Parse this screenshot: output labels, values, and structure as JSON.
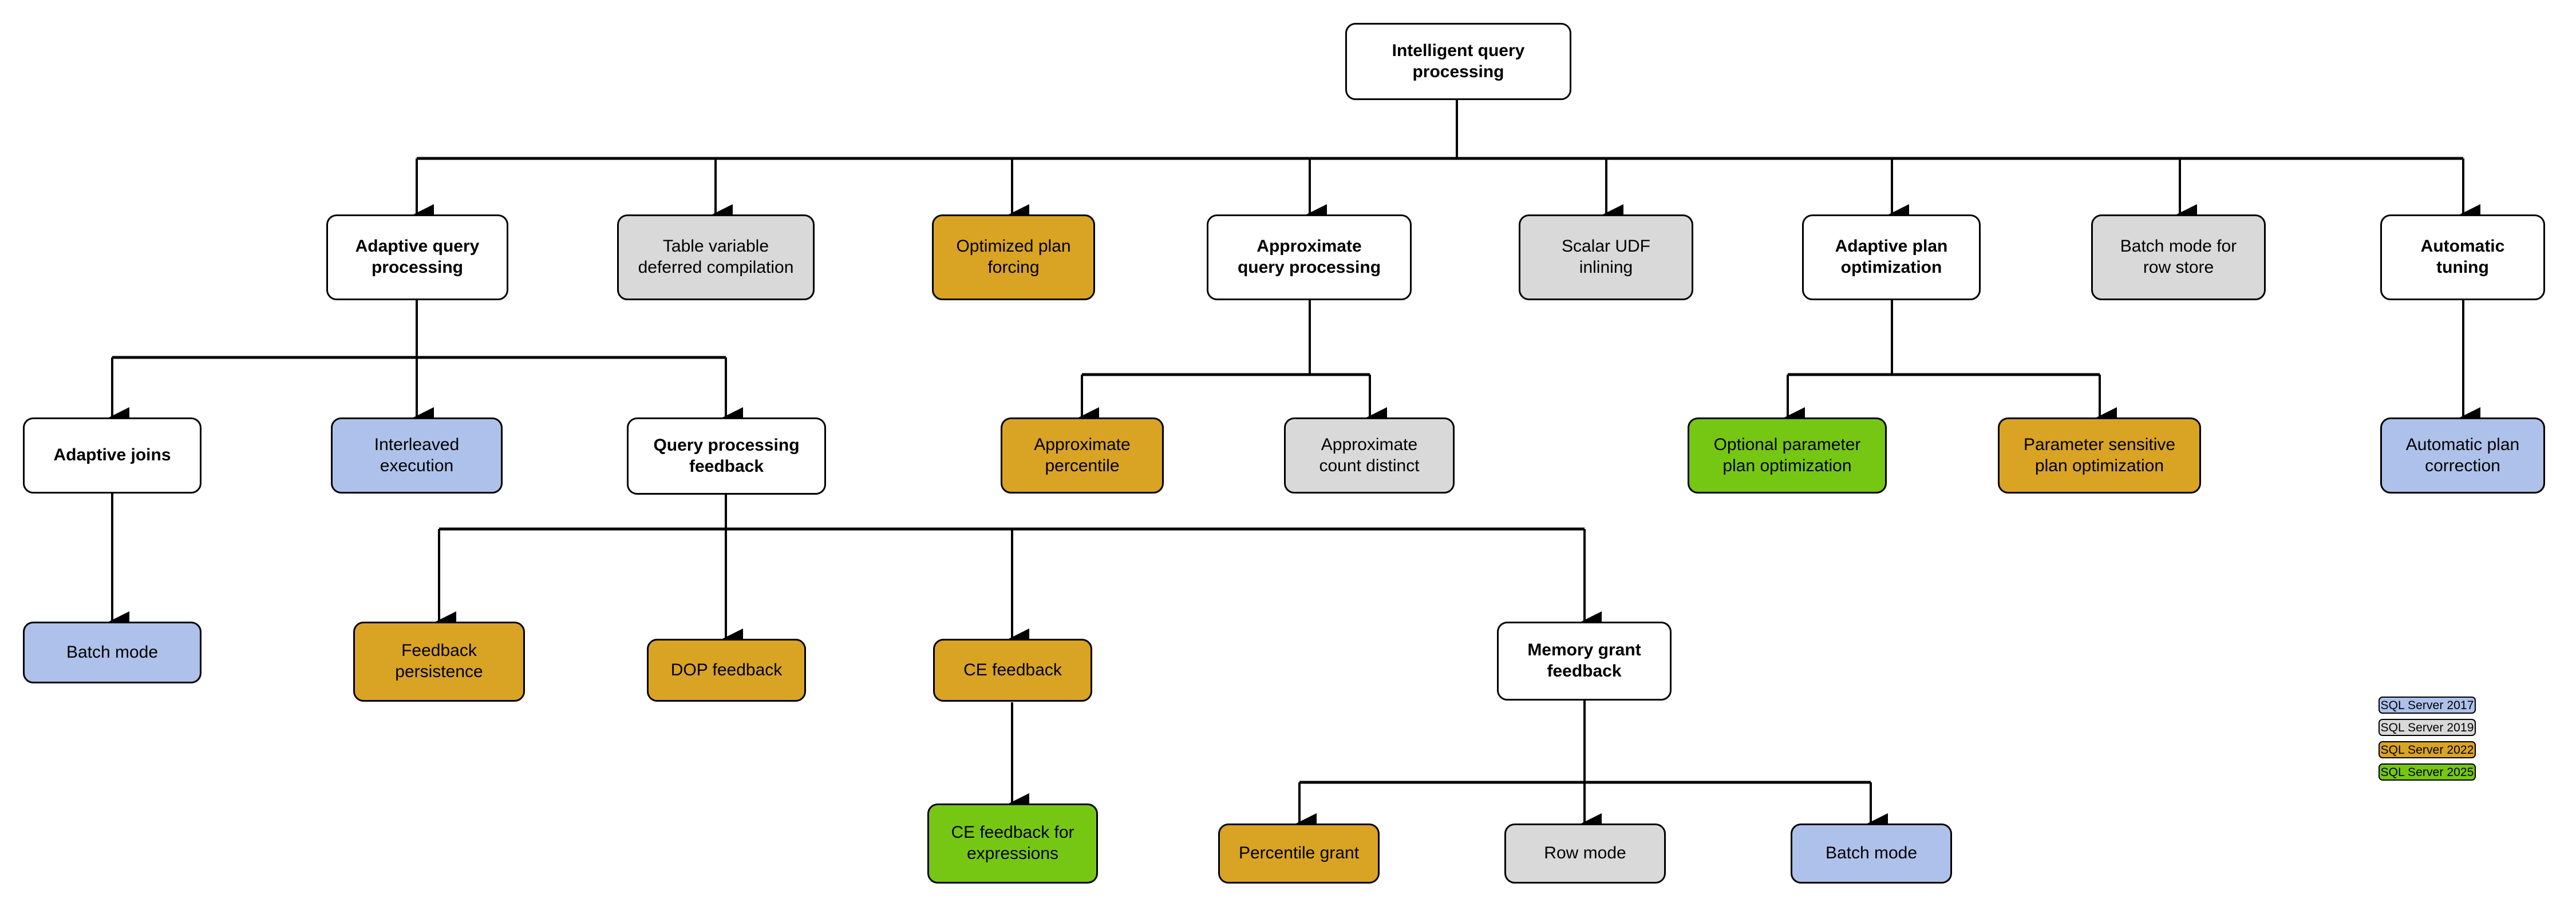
{
  "diagram": {
    "title": "Intelligent query processing",
    "palette": {
      "white": "#ffffff",
      "gray": "#d9d9d9",
      "gold": "#d9a324",
      "blue": "#aec1ea",
      "green": "#76c714",
      "stroke": "#000000"
    },
    "nodes": {
      "root": "Intelligent query\nprocessing",
      "adaptive_query_processing": "Adaptive query\nprocessing",
      "table_variable_deferred_compilation": "Table variable\ndeferred compilation",
      "optimized_plan_forcing": "Optimized plan\nforcing",
      "approximate_query_processing": "Approximate\nquery processing",
      "scalar_udf_inlining": "Scalar UDF\ninlining",
      "adaptive_plan_optimization": "Adaptive plan\noptimization",
      "batch_mode_for_row_store": "Batch mode for\nrow store",
      "automatic_tuning": "Automatic\ntuning",
      "adaptive_joins": "Adaptive joins",
      "interleaved_execution": "Interleaved\nexecution",
      "query_processing_feedback": "Query processing\nfeedback",
      "approximate_percentile": "Approximate\npercentile",
      "approximate_count_distinct": "Approximate\ncount distinct",
      "optional_parameter_plan_optimization": "Optional parameter\nplan optimization",
      "parameter_sensitive_plan_optimization": "Parameter sensitive\nplan optimization",
      "automatic_plan_correction": "Automatic plan\ncorrection",
      "batch_mode": "Batch mode",
      "feedback_persistence": "Feedback\npersistence",
      "dop_feedback": "DOP feedback",
      "ce_feedback": "CE feedback",
      "memory_grant_feedback": "Memory grant\nfeedback",
      "ce_feedback_for_expressions": "CE feedback for\nexpressions",
      "percentile_grant": "Percentile grant",
      "row_mode": "Row mode",
      "batch_mode_memory": "Batch mode"
    },
    "legend": [
      {
        "label": "SQL Server 2017",
        "color": "#aec1ea",
        "swatch": "blue"
      },
      {
        "label": "SQL Server 2019",
        "color": "#d9d9d9",
        "swatch": "gray"
      },
      {
        "label": "SQL Server 2022",
        "color": "#d9a324",
        "swatch": "gold"
      },
      {
        "label": "SQL Server 2025",
        "color": "#76c714",
        "swatch": "green"
      }
    ]
  }
}
